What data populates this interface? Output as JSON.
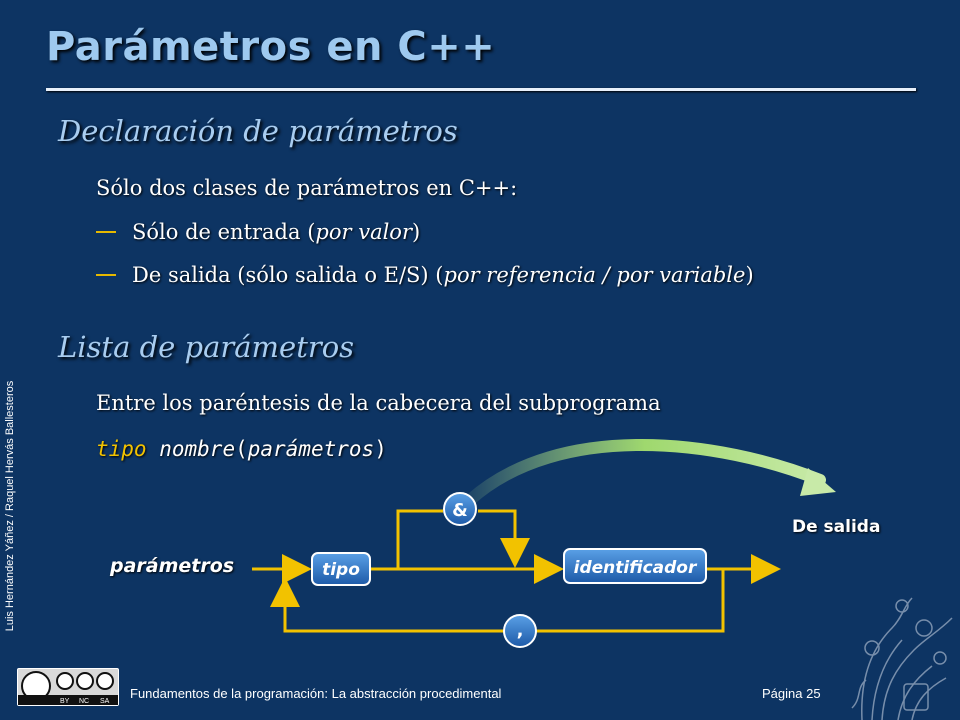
{
  "slide": {
    "title": "Parámetros en C++",
    "section1": {
      "heading": "Declaración de parámetros",
      "intro": "Sólo dos clases de parámetros en C++:",
      "bullets": [
        {
          "pre": "Sólo de entrada (",
          "em": "por valor",
          "post": ")"
        },
        {
          "pre": "De salida (sólo salida o E/S) (",
          "em": "por referencia / por variable",
          "post": ")"
        }
      ]
    },
    "section2": {
      "heading": "Lista de parámetros",
      "intro": "Entre los paréntesis de la cabecera del subprograma",
      "code": {
        "kw": "tipo",
        "name": "nombre",
        "open": "(",
        "arg": "parámetros",
        "close": ")"
      }
    }
  },
  "diagram": {
    "start_label": "parámetros",
    "type_box": "tipo",
    "ref_box": "&",
    "id_box": "identificador",
    "comma_box": ",",
    "output_label": "De salida"
  },
  "colors": {
    "background": "#0d3463",
    "heading": "#a9cdf0",
    "title": "#9ec9ef",
    "accent": "#f2c200",
    "box_fill": "#2a6fc0"
  },
  "footer": {
    "authors": "Luis Hernández Yáñez / Raquel Hervás Ballesteros",
    "course": "Fundamentos de la programación: La abstracción procedimental",
    "page": "Página 25",
    "license_labels": [
      "BY",
      "NC",
      "SA"
    ]
  }
}
